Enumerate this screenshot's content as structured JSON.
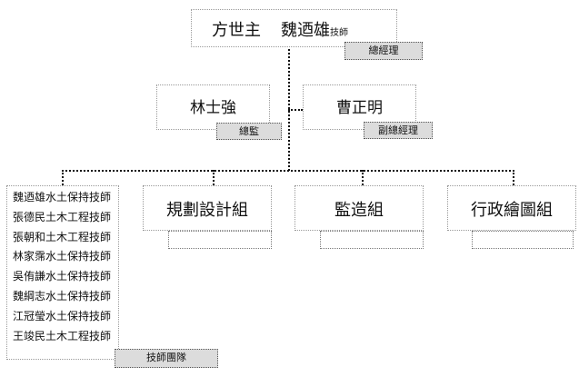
{
  "top": {
    "name1": "方世主",
    "name2": "魏迺雄",
    "suffix": "技師",
    "role": "總經理"
  },
  "level2": [
    {
      "name": "林士強",
      "role": "總監"
    },
    {
      "name": "曹正明",
      "role": "副總經理"
    }
  ],
  "groups": [
    {
      "name": "規劃設計組",
      "tag": ""
    },
    {
      "name": "監造組",
      "tag": ""
    },
    {
      "name": "行政繪圖組",
      "tag": ""
    }
  ],
  "team": {
    "members": [
      "魏迺雄水土保持技師",
      "張德民土木工程技師",
      "張朝和土木工程技師",
      "林家霈水土保持技師",
      "吳侑謙水土保持技師",
      "魏綱志水土保持技師",
      "江冠瑩水土保持技師",
      "王竣民土木工程技師"
    ],
    "label": "技師團隊"
  }
}
